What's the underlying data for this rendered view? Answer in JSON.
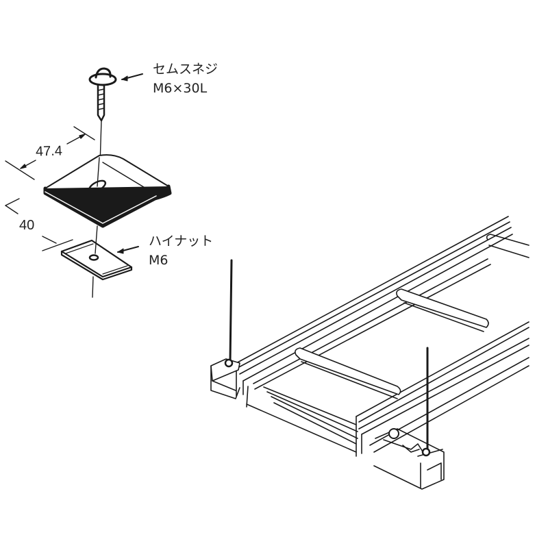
{
  "figure": {
    "type": "isometric installation diagram",
    "subject": "cable ladder suspended by threaded rods with clamp plate fixing"
  },
  "labels": {
    "screw": {
      "name": "セムスネジ",
      "spec": "M6×30L"
    },
    "nut": {
      "name": "ハイナット",
      "spec": "M6"
    }
  },
  "dimensions": {
    "plate_width": "47.4",
    "nut_width": "40"
  },
  "parts": [
    {
      "id": "sems-screw",
      "icon": "screw-icon"
    },
    {
      "id": "clamp-plate",
      "icon": "plate-icon"
    },
    {
      "id": "high-nut",
      "icon": "nut-icon"
    },
    {
      "id": "cable-ladder",
      "icon": "ladder-icon"
    },
    {
      "id": "hanger-rod-left",
      "icon": "rod-icon"
    },
    {
      "id": "hanger-rod-right",
      "icon": "rod-icon"
    },
    {
      "id": "support-channel",
      "icon": "channel-icon"
    }
  ],
  "colors": {
    "line": "#1a1a1a",
    "background": "#ffffff"
  }
}
